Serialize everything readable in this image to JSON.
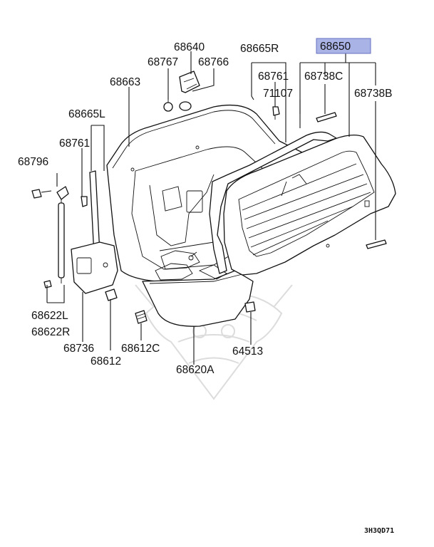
{
  "diagram_code": "3H3QD71",
  "highlight_color": "#aab3e6",
  "watermark_icon": "samurai-helmet-watermark",
  "labels": {
    "p68650": "68650",
    "p68640": "68640",
    "p68767": "68767",
    "p68766": "68766",
    "p68665R": "68665R",
    "p68663": "68663",
    "p68761_r": "68761",
    "p68738C": "68738C",
    "p71107": "71107",
    "p68738B": "68738B",
    "p68665L": "68665L",
    "p68761_l": "68761",
    "p68796": "68796",
    "p68622L": "68622L",
    "p68622R": "68622R",
    "p68736": "68736",
    "p68612C": "68612C",
    "p68612": "68612",
    "p68620A": "68620A",
    "p64513": "64513"
  }
}
